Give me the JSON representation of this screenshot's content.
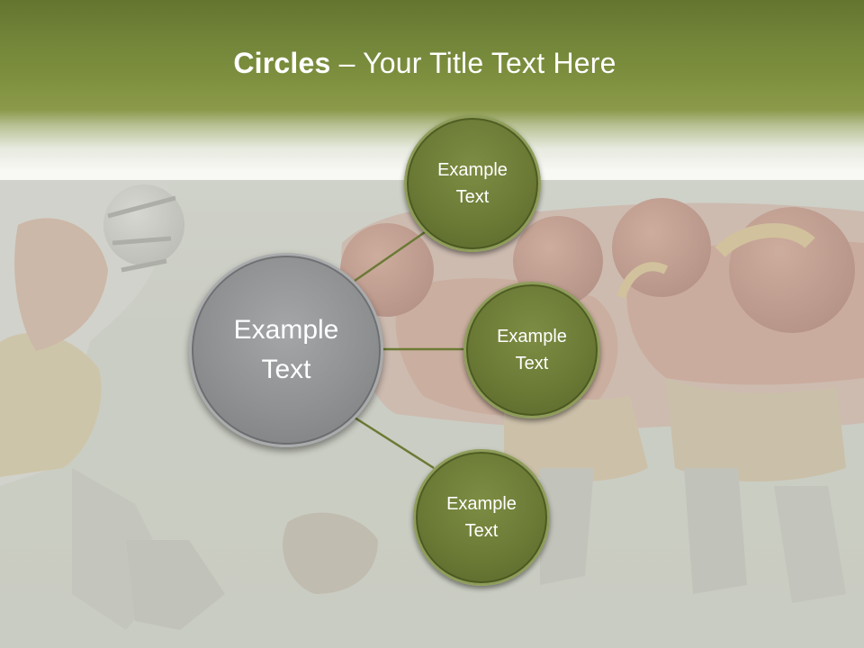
{
  "slide": {
    "title_bold": "Circles",
    "title_rest": " – Your Title Text Here"
  },
  "hub": {
    "label_line1": "Example",
    "label_line2": "Text"
  },
  "nodes": [
    {
      "line1": "Example",
      "line2": "Text"
    },
    {
      "line1": "Example",
      "line2": "Text"
    },
    {
      "line1": "Example",
      "line2": "Text"
    }
  ],
  "colors": {
    "header_green": "#728539",
    "node_fill": "#6b7a35",
    "hub_fill": "#8e9092",
    "connector": "#6b7a35"
  }
}
